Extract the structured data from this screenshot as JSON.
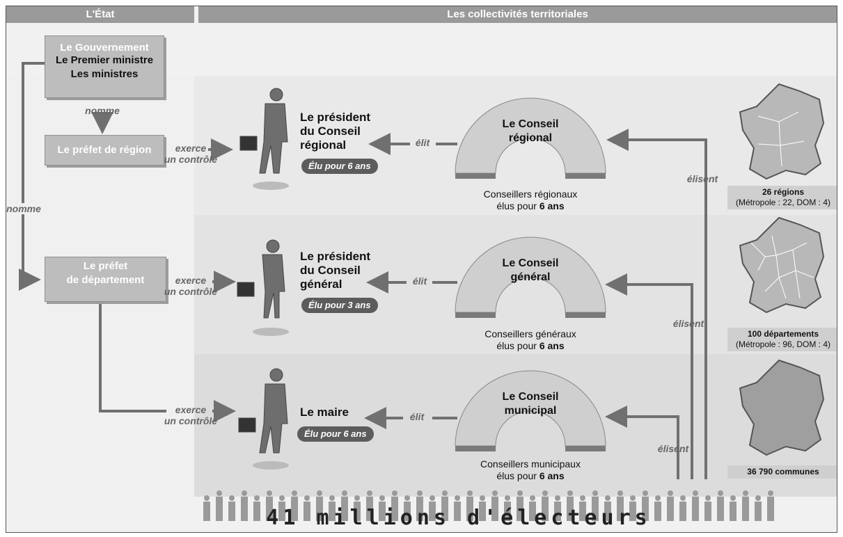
{
  "headers": {
    "state": "L'État",
    "collectivities": "Les collectivités territoriales"
  },
  "government": {
    "title": "Le Gouvernement",
    "line1": "Le Premier ministre",
    "line2": "Les ministres"
  },
  "prefets": {
    "region": "Le préfet de région",
    "dept_line1": "Le préfet",
    "dept_line2": "de département"
  },
  "labels": {
    "nomme": "nomme",
    "exerce1": "exerce",
    "exerce2": "un contrôle",
    "elit": "élit",
    "elisent": "élisent"
  },
  "levels": [
    {
      "person_line1": "Le président",
      "person_line2": "du Conseil",
      "person_line3": "régional",
      "term": "Élu pour 6 ans",
      "council_line1": "Le Conseil",
      "council_line2": "régional",
      "caption_line1": "Conseillers régionaux",
      "caption_prefix": "élus pour ",
      "caption_bold": "6 ans",
      "map_count": "26 régions",
      "map_detail": "(Métropole : 22, DOM : 4)"
    },
    {
      "person_line1": "Le président",
      "person_line2": "du Conseil",
      "person_line3": "général",
      "term": "Élu pour 3 ans",
      "council_line1": "Le Conseil",
      "council_line2": "général",
      "caption_line1": "Conseillers généraux",
      "caption_prefix": "élus pour ",
      "caption_bold": "6 ans",
      "map_count": "100 départements",
      "map_detail": "(Métropole : 96, DOM : 4)"
    },
    {
      "person_line1": "Le maire",
      "person_line2": "",
      "person_line3": "",
      "term": "Élu pour 6 ans",
      "council_line1": "Le Conseil",
      "council_line2": "municipal",
      "caption_line1": "Conseillers municipaux",
      "caption_prefix": "élus pour ",
      "caption_bold": "6 ans",
      "map_count": "36 790 communes",
      "map_detail": ""
    }
  ],
  "voters": "41 millions d'électeurs",
  "colors": {
    "arrow": "#707070",
    "dome": "#cfcfcf",
    "dome_base": "#7a7a7a",
    "header": "#9a9a9a"
  }
}
